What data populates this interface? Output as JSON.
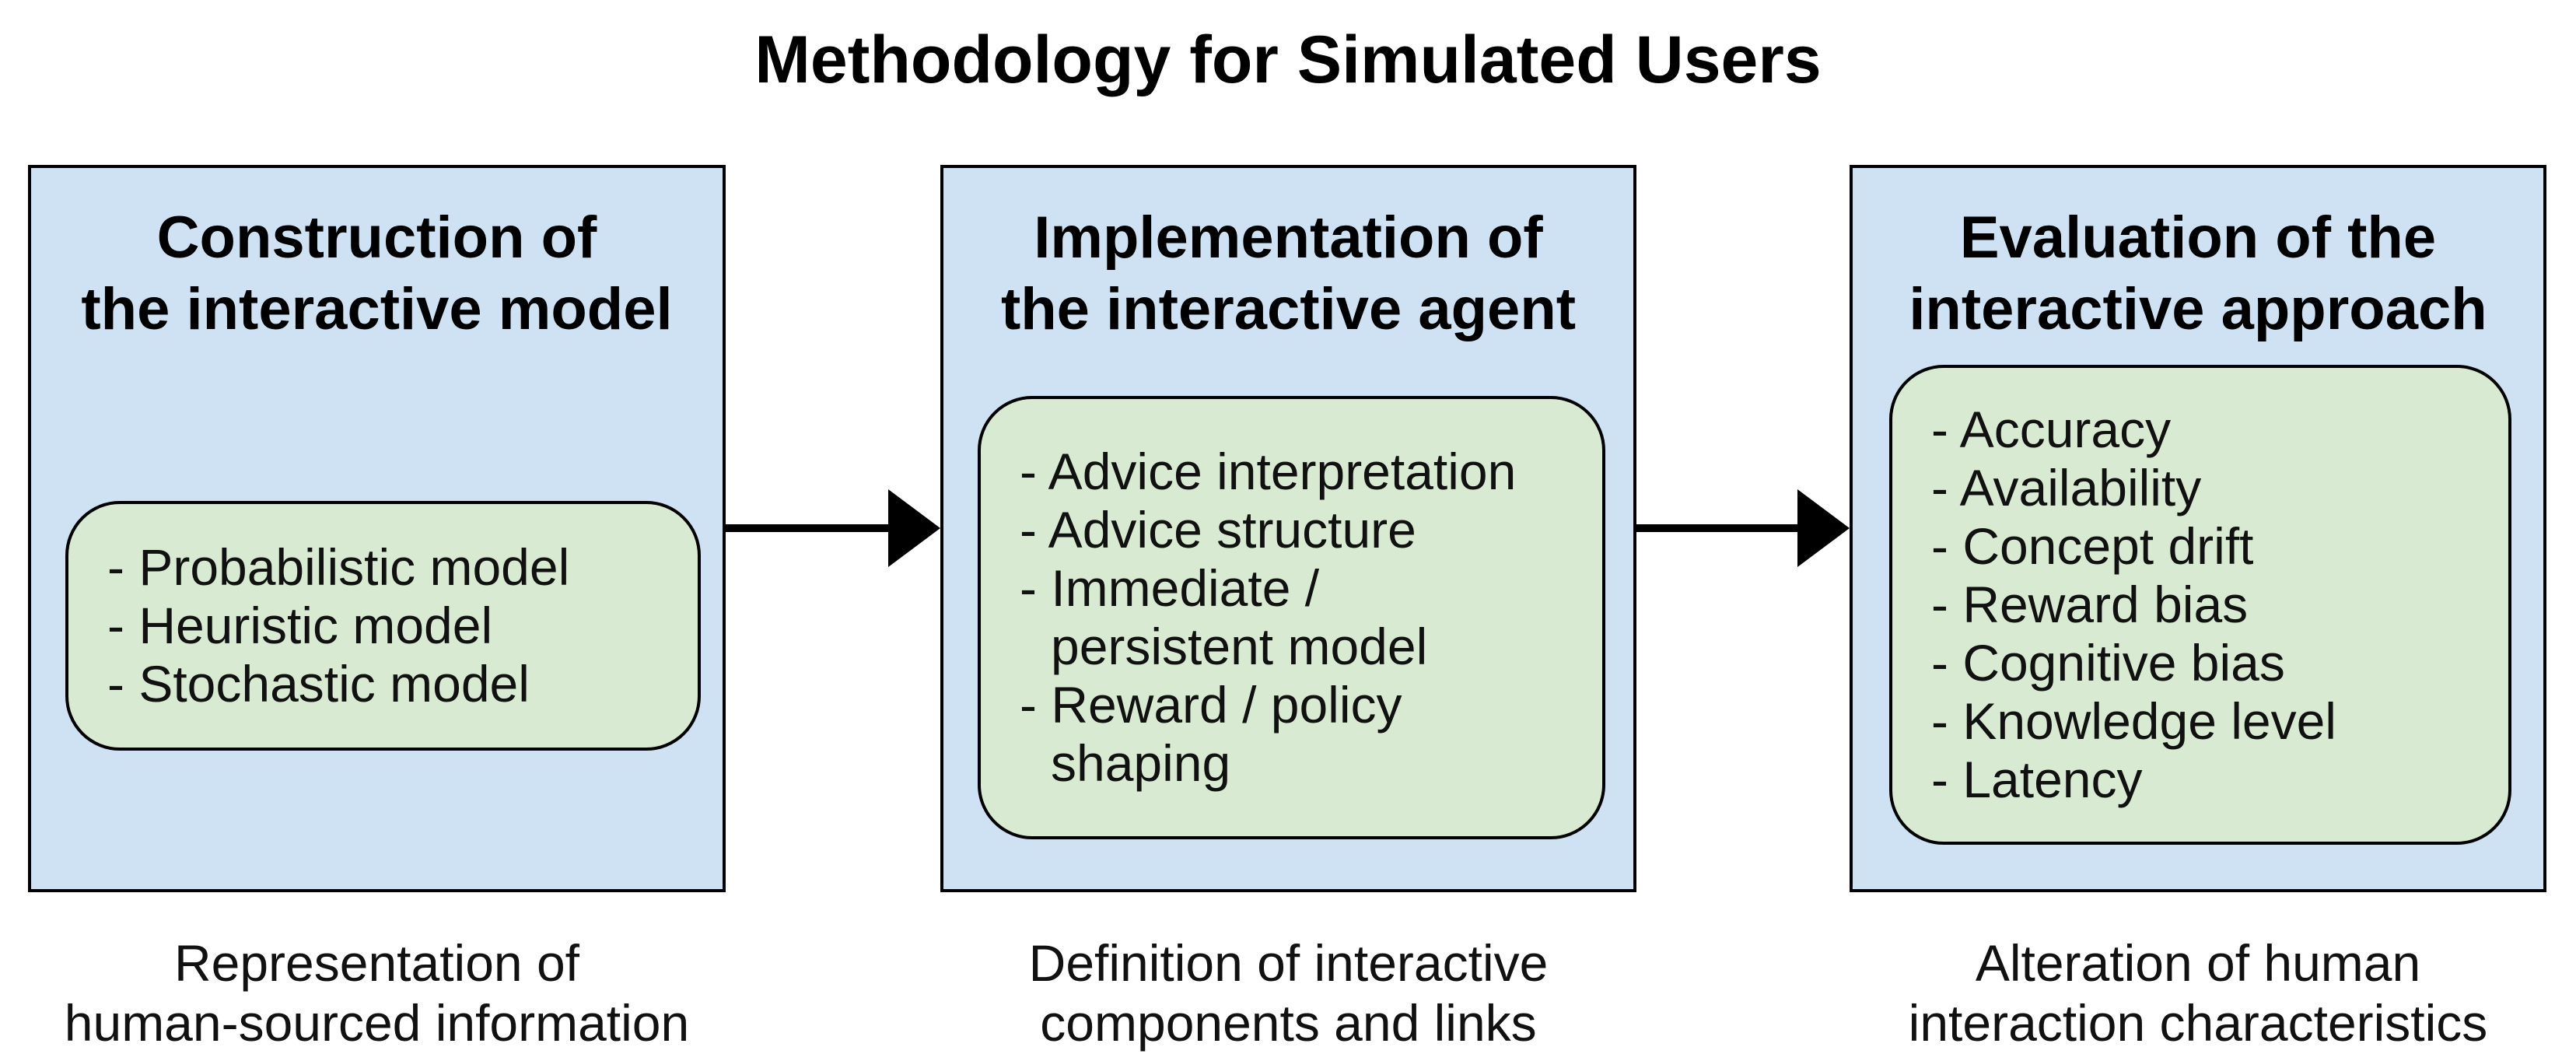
{
  "title": "Methodology for Simulated Users",
  "colors": {
    "background": "#ffffff",
    "box_fill": "#cfe2f3",
    "panel_fill": "#d9ead3",
    "border": "#000000"
  },
  "columns": [
    {
      "header": "Construction of\nthe interactive model",
      "items": [
        "- Probabilistic model",
        "- Heuristic model",
        "- Stochastic model"
      ],
      "caption": "Representation of\nhuman-sourced information"
    },
    {
      "header": "Implementation of\nthe interactive agent",
      "items": [
        "- Advice interpretation",
        "- Advice structure",
        "- Immediate /\npersistent model",
        "- Reward / policy\nshaping"
      ],
      "caption": "Definition of interactive\ncomponents and links"
    },
    {
      "header": "Evaluation of the\ninteractive approach",
      "items": [
        "- Accuracy",
        "- Availability",
        "- Concept drift",
        "- Reward bias",
        "- Cognitive bias",
        "- Knowledge level",
        "- Latency"
      ],
      "caption": "Alteration of human\ninteraction characteristics"
    }
  ]
}
